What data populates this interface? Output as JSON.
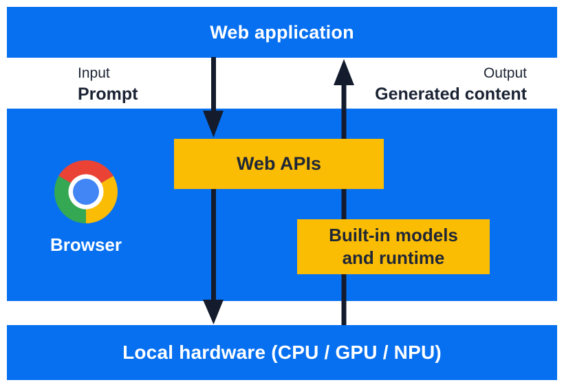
{
  "colors": {
    "band_blue": "#0770F0",
    "box_yellow": "#FBBC04",
    "arrow_navy": "#131B2D",
    "box_text_navy": "#1F2736",
    "io_text_navy": "#1B2334",
    "white": "#FFFFFF",
    "chrome_logo": {
      "red": "#EA4335",
      "yellow": "#FBBC05",
      "green": "#34A853",
      "center_blue": "#4285F4",
      "ring": "#FFFFFF"
    }
  },
  "top_bar": {
    "label": "Web application"
  },
  "io": {
    "input": {
      "caption": "Input",
      "label": "Prompt"
    },
    "output": {
      "caption": "Output",
      "label": "Generated content"
    }
  },
  "browser_section": {
    "browser_label": "Browser",
    "web_apis_label": "Web APIs",
    "builtin_lines": [
      "Built-in models",
      "and runtime"
    ]
  },
  "bottom_bar": {
    "label": "Local hardware (CPU / GPU / NPU)"
  },
  "icons": {
    "chrome_logo": "chrome-browser-logo",
    "down_arrow": "downward-flow-arrow",
    "up_arrow": "upward-flow-arrow"
  }
}
